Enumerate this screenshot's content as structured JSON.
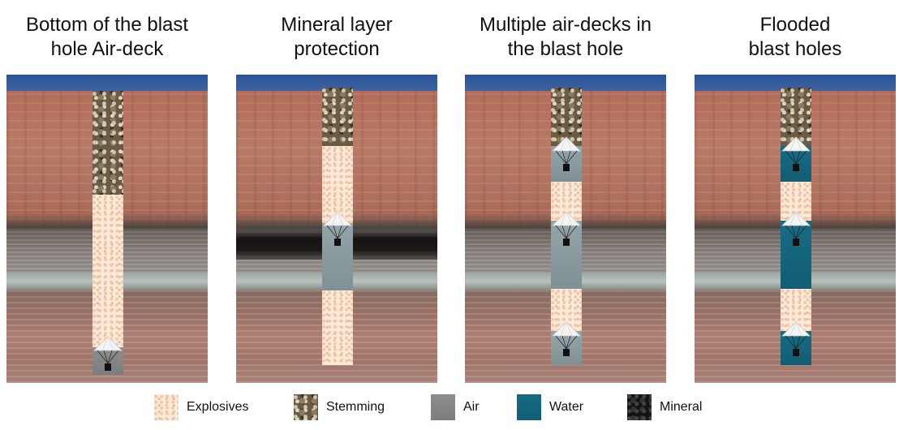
{
  "panels": [
    {
      "title_line1": "Bottom of the blast",
      "title_line2": "hole Air-deck"
    },
    {
      "title_line1": "Mineral layer",
      "title_line2": "protection"
    },
    {
      "title_line1": "Multiple air-decks in",
      "title_line2": "the blast hole"
    },
    {
      "title_line1": "Flooded",
      "title_line2": "blast holes"
    }
  ],
  "legend": [
    {
      "label": "Explosives"
    },
    {
      "label": "Stemming"
    },
    {
      "label": "Air"
    },
    {
      "label": "Water"
    },
    {
      "label": "Mineral"
    }
  ],
  "colors": {
    "sky": "#2c5494",
    "explosives": "#faeadb",
    "stemming": "#6b5b44",
    "air": "#8c8e8e",
    "water": "#176c85",
    "mineral": "#141212",
    "rock": "#b36c5a"
  }
}
